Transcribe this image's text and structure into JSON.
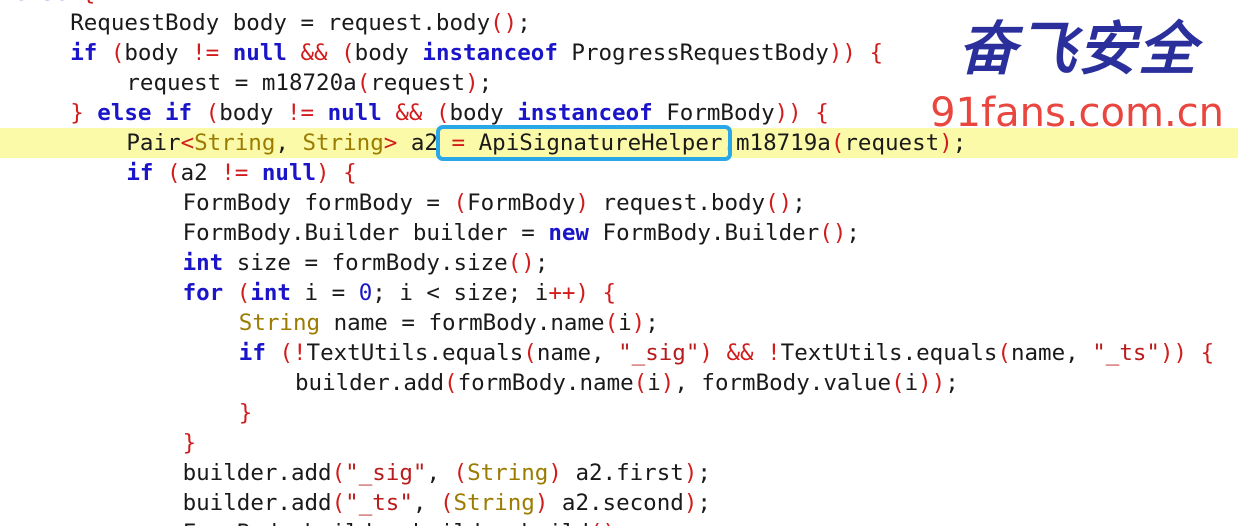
{
  "code_lines": [
    {
      "indent": 0,
      "tokens": [
        {
          "t": "else",
          "k": "kw"
        },
        {
          "t": " ",
          "k": "plain"
        },
        {
          "t": "{",
          "k": "punc"
        }
      ]
    },
    {
      "indent": 1,
      "tokens": [
        {
          "t": "RequestBody body = request.body",
          "k": "plain"
        },
        {
          "t": "()",
          "k": "punc"
        },
        {
          "t": ";",
          "k": "plain"
        }
      ]
    },
    {
      "indent": 1,
      "tokens": [
        {
          "t": "if",
          "k": "kw"
        },
        {
          "t": " ",
          "k": "plain"
        },
        {
          "t": "(",
          "k": "punc"
        },
        {
          "t": "body ",
          "k": "plain"
        },
        {
          "t": "!=",
          "k": "punc"
        },
        {
          "t": " ",
          "k": "plain"
        },
        {
          "t": "null",
          "k": "kw"
        },
        {
          "t": " ",
          "k": "plain"
        },
        {
          "t": "&&",
          "k": "punc"
        },
        {
          "t": " ",
          "k": "plain"
        },
        {
          "t": "(",
          "k": "punc"
        },
        {
          "t": "body ",
          "k": "plain"
        },
        {
          "t": "instanceof",
          "k": "kw"
        },
        {
          "t": " ProgressRequestBody",
          "k": "plain"
        },
        {
          "t": "))",
          "k": "punc"
        },
        {
          "t": " ",
          "k": "plain"
        },
        {
          "t": "{",
          "k": "punc"
        }
      ]
    },
    {
      "indent": 2,
      "tokens": [
        {
          "t": "request = m18720a",
          "k": "plain"
        },
        {
          "t": "(",
          "k": "punc"
        },
        {
          "t": "request",
          "k": "plain"
        },
        {
          "t": ")",
          "k": "punc"
        },
        {
          "t": ";",
          "k": "plain"
        }
      ]
    },
    {
      "indent": 1,
      "tokens": [
        {
          "t": "}",
          "k": "punc"
        },
        {
          "t": " ",
          "k": "plain"
        },
        {
          "t": "else",
          "k": "kw"
        },
        {
          "t": " ",
          "k": "plain"
        },
        {
          "t": "if",
          "k": "kw"
        },
        {
          "t": " ",
          "k": "plain"
        },
        {
          "t": "(",
          "k": "punc"
        },
        {
          "t": "body ",
          "k": "plain"
        },
        {
          "t": "!=",
          "k": "punc"
        },
        {
          "t": " ",
          "k": "plain"
        },
        {
          "t": "null",
          "k": "kw"
        },
        {
          "t": " ",
          "k": "plain"
        },
        {
          "t": "&&",
          "k": "punc"
        },
        {
          "t": " ",
          "k": "plain"
        },
        {
          "t": "(",
          "k": "punc"
        },
        {
          "t": "body ",
          "k": "plain"
        },
        {
          "t": "instanceof",
          "k": "kw"
        },
        {
          "t": " FormBody",
          "k": "plain"
        },
        {
          "t": "))",
          "k": "punc"
        },
        {
          "t": " ",
          "k": "plain"
        },
        {
          "t": "{",
          "k": "punc"
        }
      ]
    },
    {
      "indent": 2,
      "highlight": true,
      "tokens": [
        {
          "t": "Pair",
          "k": "plain"
        },
        {
          "t": "<",
          "k": "punc"
        },
        {
          "t": "String",
          "k": "typ"
        },
        {
          "t": ", ",
          "k": "plain"
        },
        {
          "t": "String",
          "k": "typ"
        },
        {
          "t": ">",
          "k": "punc"
        },
        {
          "t": " a2 ",
          "k": "plain"
        },
        {
          "t": "=",
          "k": "punc"
        },
        {
          "t": " ApiSignatureHelper.m18719a",
          "k": "plain"
        },
        {
          "t": "(",
          "k": "punc"
        },
        {
          "t": "request",
          "k": "plain"
        },
        {
          "t": ")",
          "k": "punc"
        },
        {
          "t": ";",
          "k": "plain"
        }
      ]
    },
    {
      "indent": 2,
      "tokens": [
        {
          "t": "if",
          "k": "kw"
        },
        {
          "t": " ",
          "k": "plain"
        },
        {
          "t": "(",
          "k": "punc"
        },
        {
          "t": "a2 ",
          "k": "plain"
        },
        {
          "t": "!=",
          "k": "punc"
        },
        {
          "t": " ",
          "k": "plain"
        },
        {
          "t": "null",
          "k": "kw"
        },
        {
          "t": ")",
          "k": "punc"
        },
        {
          "t": " ",
          "k": "plain"
        },
        {
          "t": "{",
          "k": "punc"
        }
      ]
    },
    {
      "indent": 3,
      "tokens": [
        {
          "t": "FormBody formBody = ",
          "k": "plain"
        },
        {
          "t": "(",
          "k": "punc"
        },
        {
          "t": "FormBody",
          "k": "plain"
        },
        {
          "t": ")",
          "k": "punc"
        },
        {
          "t": " request.body",
          "k": "plain"
        },
        {
          "t": "()",
          "k": "punc"
        },
        {
          "t": ";",
          "k": "plain"
        }
      ]
    },
    {
      "indent": 3,
      "tokens": [
        {
          "t": "FormBody.Builder builder = ",
          "k": "plain"
        },
        {
          "t": "new",
          "k": "kw"
        },
        {
          "t": " FormBody.Builder",
          "k": "plain"
        },
        {
          "t": "()",
          "k": "punc"
        },
        {
          "t": ";",
          "k": "plain"
        }
      ]
    },
    {
      "indent": 3,
      "tokens": [
        {
          "t": "int",
          "k": "kw"
        },
        {
          "t": " size = formBody.size",
          "k": "plain"
        },
        {
          "t": "()",
          "k": "punc"
        },
        {
          "t": ";",
          "k": "plain"
        }
      ]
    },
    {
      "indent": 3,
      "tokens": [
        {
          "t": "for",
          "k": "kw"
        },
        {
          "t": " ",
          "k": "plain"
        },
        {
          "t": "(",
          "k": "punc"
        },
        {
          "t": "int",
          "k": "kw"
        },
        {
          "t": " i = ",
          "k": "plain"
        },
        {
          "t": "0",
          "k": "num"
        },
        {
          "t": "; i < size; i",
          "k": "plain"
        },
        {
          "t": "++",
          "k": "punc"
        },
        {
          "t": ")",
          "k": "punc"
        },
        {
          "t": " ",
          "k": "plain"
        },
        {
          "t": "{",
          "k": "punc"
        }
      ]
    },
    {
      "indent": 4,
      "tokens": [
        {
          "t": "String",
          "k": "typ"
        },
        {
          "t": " name = formBody.name",
          "k": "plain"
        },
        {
          "t": "(",
          "k": "punc"
        },
        {
          "t": "i",
          "k": "plain"
        },
        {
          "t": ")",
          "k": "punc"
        },
        {
          "t": ";",
          "k": "plain"
        }
      ]
    },
    {
      "indent": 4,
      "tokens": [
        {
          "t": "if",
          "k": "kw"
        },
        {
          "t": " ",
          "k": "plain"
        },
        {
          "t": "(",
          "k": "punc"
        },
        {
          "t": "!",
          "k": "punc"
        },
        {
          "t": "TextUtils.equals",
          "k": "plain"
        },
        {
          "t": "(",
          "k": "punc"
        },
        {
          "t": "name, ",
          "k": "plain"
        },
        {
          "t": "\"_sig\"",
          "k": "str"
        },
        {
          "t": ")",
          "k": "punc"
        },
        {
          "t": " ",
          "k": "plain"
        },
        {
          "t": "&&",
          "k": "punc"
        },
        {
          "t": " ",
          "k": "plain"
        },
        {
          "t": "!",
          "k": "punc"
        },
        {
          "t": "TextUtils.equals",
          "k": "plain"
        },
        {
          "t": "(",
          "k": "punc"
        },
        {
          "t": "name, ",
          "k": "plain"
        },
        {
          "t": "\"_ts\"",
          "k": "str"
        },
        {
          "t": "))",
          "k": "punc"
        },
        {
          "t": " ",
          "k": "plain"
        },
        {
          "t": "{",
          "k": "punc"
        }
      ]
    },
    {
      "indent": 5,
      "tokens": [
        {
          "t": "builder.add",
          "k": "plain"
        },
        {
          "t": "(",
          "k": "punc"
        },
        {
          "t": "formBody.name",
          "k": "plain"
        },
        {
          "t": "(",
          "k": "punc"
        },
        {
          "t": "i",
          "k": "plain"
        },
        {
          "t": ")",
          "k": "punc"
        },
        {
          "t": ", formBody.value",
          "k": "plain"
        },
        {
          "t": "(",
          "k": "punc"
        },
        {
          "t": "i",
          "k": "plain"
        },
        {
          "t": "))",
          "k": "punc"
        },
        {
          "t": ";",
          "k": "plain"
        }
      ]
    },
    {
      "indent": 4,
      "tokens": [
        {
          "t": "}",
          "k": "punc"
        }
      ]
    },
    {
      "indent": 3,
      "tokens": [
        {
          "t": "}",
          "k": "punc"
        }
      ]
    },
    {
      "indent": 3,
      "tokens": [
        {
          "t": "builder.add",
          "k": "plain"
        },
        {
          "t": "(",
          "k": "punc"
        },
        {
          "t": "\"_sig\"",
          "k": "str"
        },
        {
          "t": ", ",
          "k": "plain"
        },
        {
          "t": "(",
          "k": "punc"
        },
        {
          "t": "String",
          "k": "typ"
        },
        {
          "t": ")",
          "k": "punc"
        },
        {
          "t": " a2.first",
          "k": "plain"
        },
        {
          "t": ")",
          "k": "punc"
        },
        {
          "t": ";",
          "k": "plain"
        }
      ]
    },
    {
      "indent": 3,
      "tokens": [
        {
          "t": "builder.add",
          "k": "plain"
        },
        {
          "t": "(",
          "k": "punc"
        },
        {
          "t": "\"_ts\"",
          "k": "str"
        },
        {
          "t": ", ",
          "k": "plain"
        },
        {
          "t": "(",
          "k": "punc"
        },
        {
          "t": "String",
          "k": "typ"
        },
        {
          "t": ")",
          "k": "punc"
        },
        {
          "t": " a2.second",
          "k": "plain"
        },
        {
          "t": ")",
          "k": "punc"
        },
        {
          "t": ";",
          "k": "plain"
        }
      ]
    },
    {
      "indent": 3,
      "tokens": [
        {
          "t": "FormBody build = builder.build",
          "k": "plain"
        },
        {
          "t": "()",
          "k": "punc"
        },
        {
          "t": ";",
          "k": "plain"
        }
      ]
    }
  ],
  "watermark": {
    "title_cn": "奋飞安全",
    "url": "91fans.com.cn"
  },
  "colors": {
    "keyword": "#1b15c9",
    "type": "#9b7b00",
    "string": "#b91c1c",
    "punctuation": "#d21c1c",
    "text": "#1a1a1a",
    "line_highlight": "#fbfaa9",
    "selection_border": "#2aa7e8",
    "watermark_cn": "#2a2f9c",
    "watermark_url": "#e8463f"
  }
}
